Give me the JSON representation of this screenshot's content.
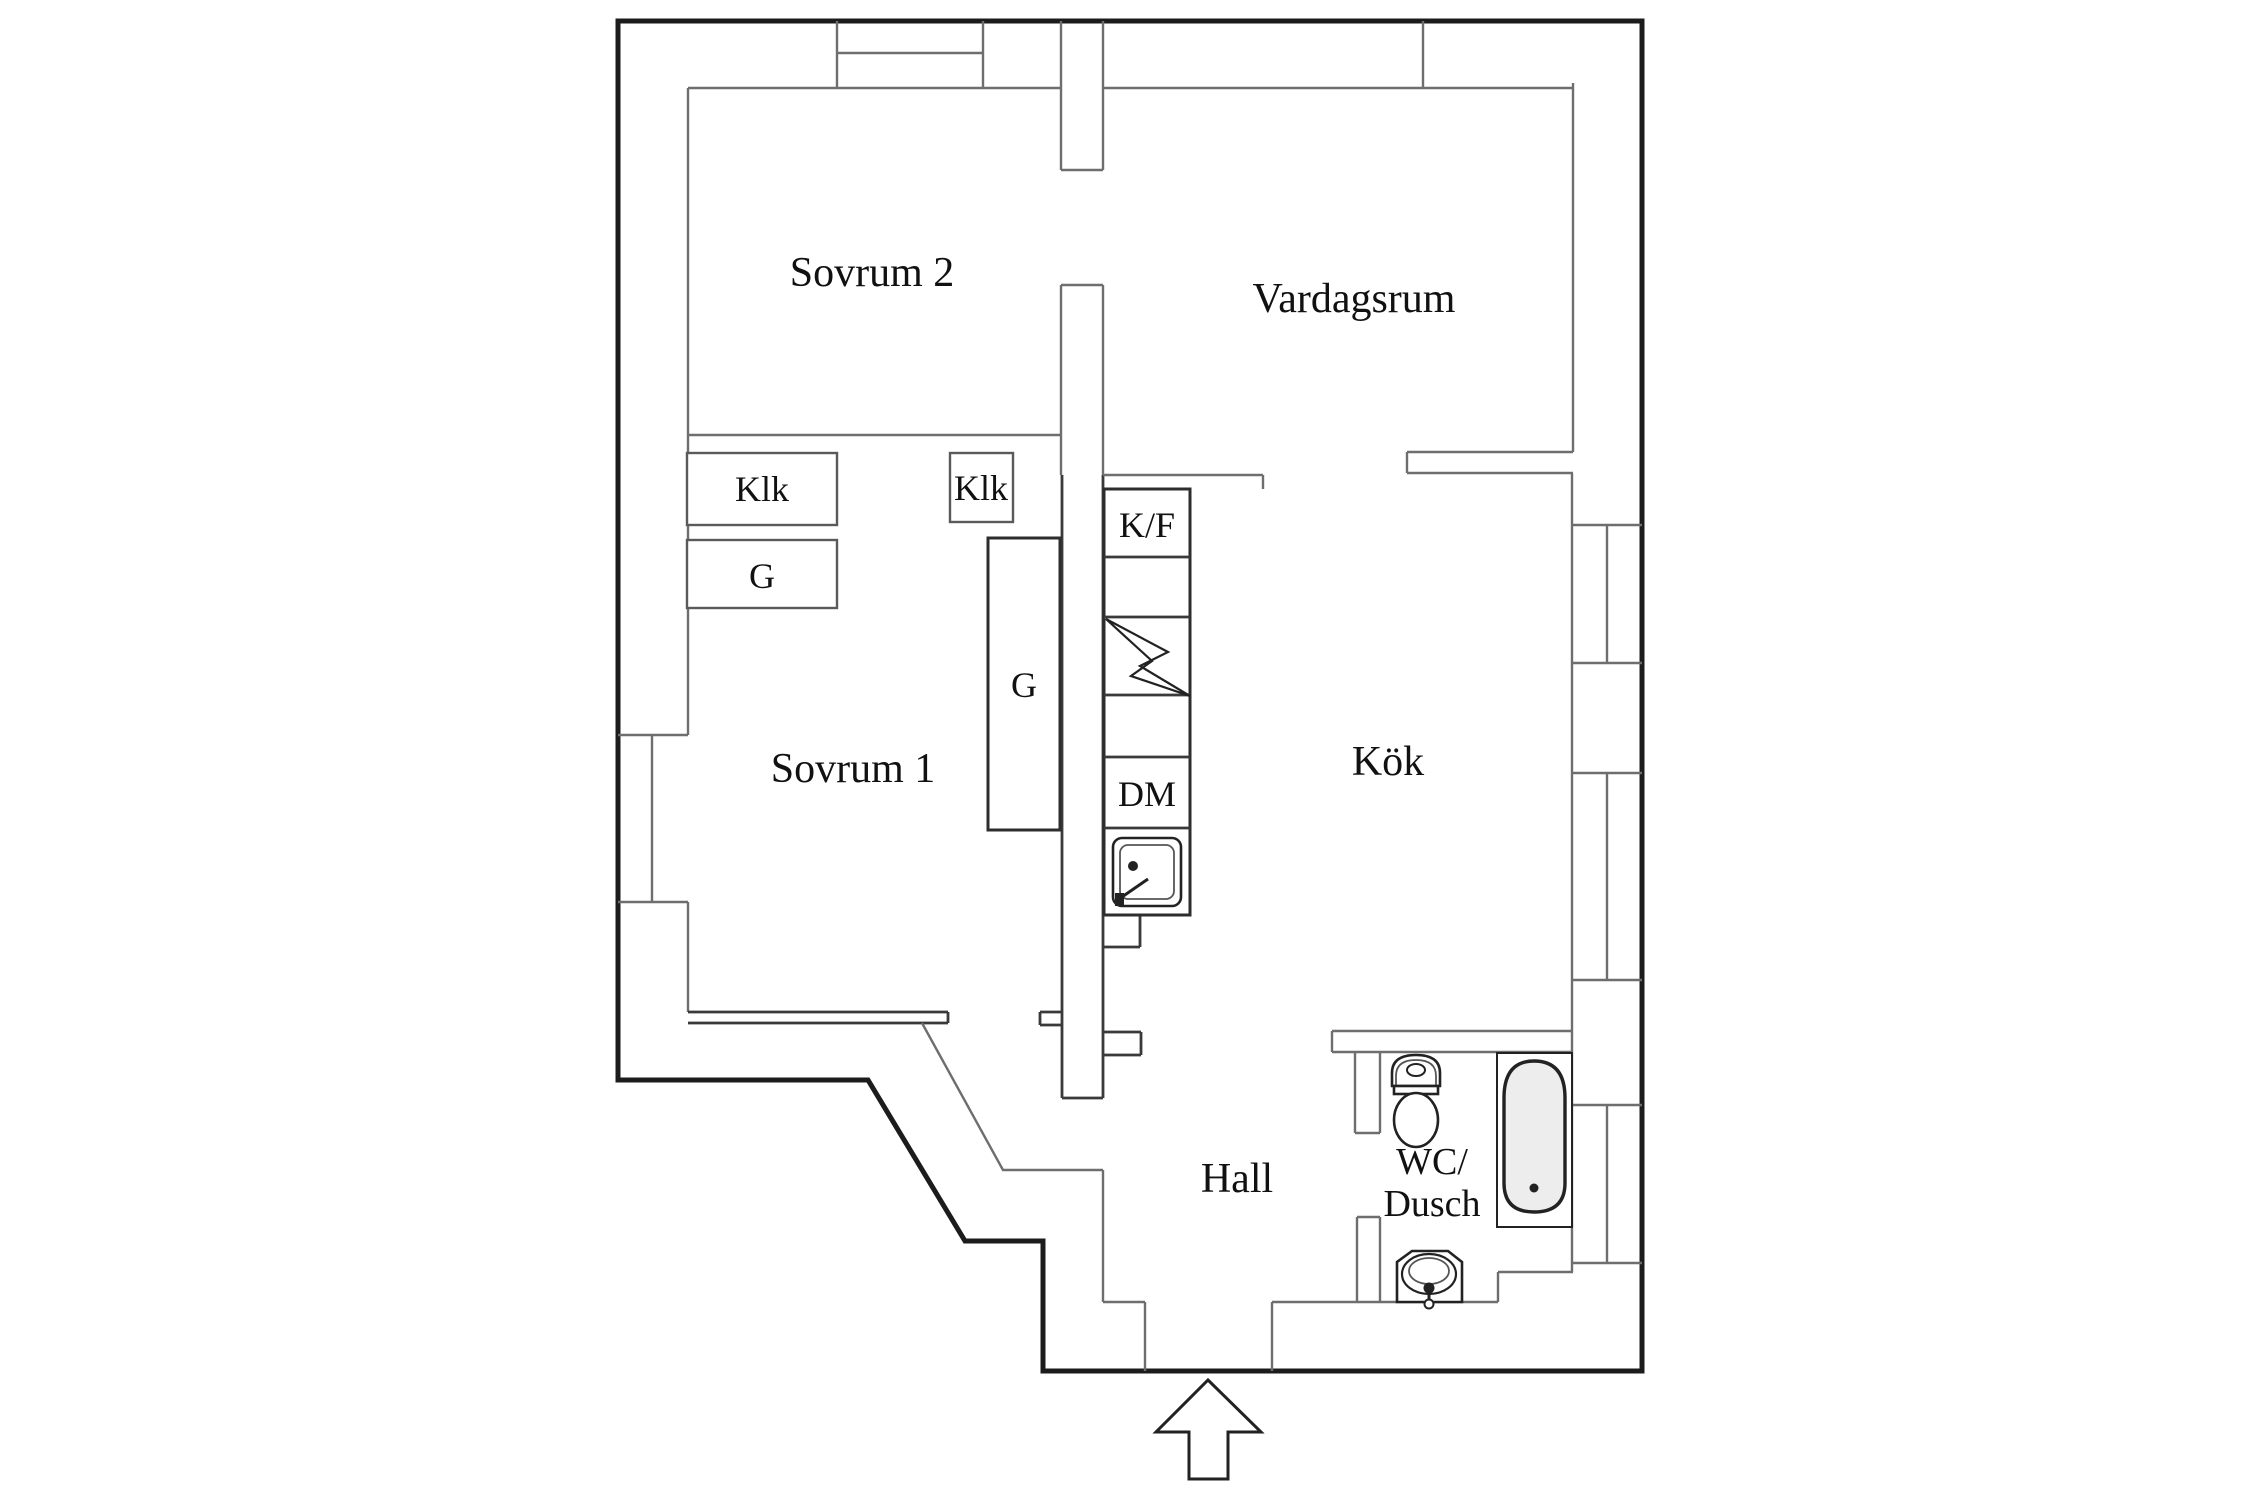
{
  "floor_plan": {
    "type": "apartment-floor-plan",
    "background_color": "#ffffff",
    "colors": {
      "exterior_wall": "#1c1c1c",
      "interior_wall": "#6e6e6e",
      "fixture_stroke": "#222222",
      "label_text": "#111111",
      "bathtub_fill": "#ededed"
    },
    "rooms": {
      "sovrum2": {
        "label": "Sovrum 2"
      },
      "vardagsrum": {
        "label": "Vardagsrum"
      },
      "sovrum1": {
        "label": "Sovrum 1"
      },
      "kok": {
        "label": "Kök"
      },
      "hall": {
        "label": "Hall"
      },
      "wc_dusch": {
        "label_line1": "WC/",
        "label_line2": "Dusch"
      }
    },
    "closets": {
      "klk_sovrum1": {
        "label": "Klk"
      },
      "g_sovrum1": {
        "label": "G"
      },
      "klk_small": {
        "label": "Klk"
      },
      "g_tall": {
        "label": "G"
      }
    },
    "kitchen_units": {
      "fridge_freezer": {
        "label": "K/F"
      },
      "dishwasher": {
        "label": "DM"
      }
    },
    "icons": {
      "stove_lightning": "electric-stove-bolt",
      "kitchen_sink": "single-basin-sink-with-faucet",
      "toilet": "toilet-with-cistern",
      "bathtub": "bathtub-with-drain",
      "bathroom_sink": "oval-basin-sink",
      "entrance_arrow": "up-arrow-entrance-marker"
    }
  }
}
